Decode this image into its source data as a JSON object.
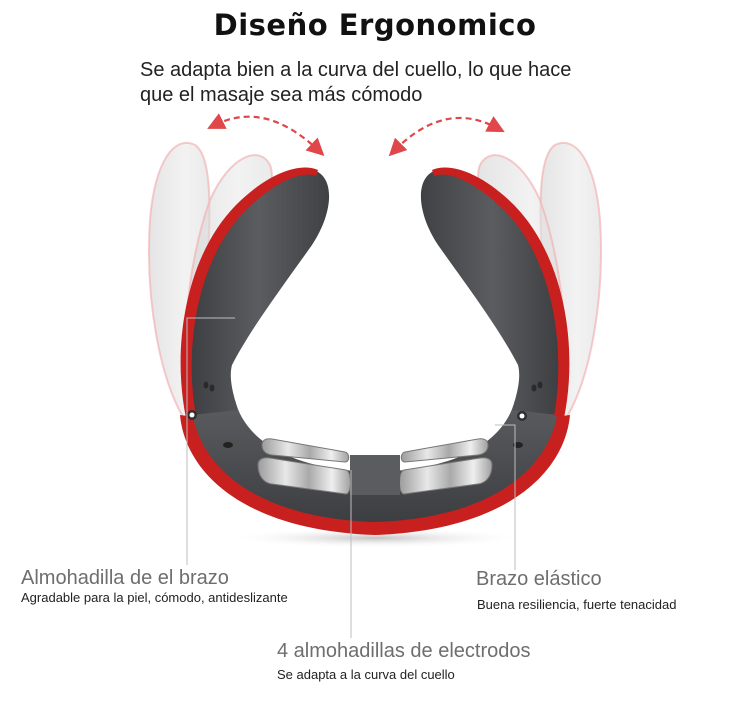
{
  "header": {
    "title": "Diseño Ergonomico",
    "subtitle_line1": "Se adapta bien a la curva del cuello, lo que hace",
    "subtitle_line2": "que el masaje sea más cómodo"
  },
  "colors": {
    "accent_red": "#c8201e",
    "body_gray": "#4a4c4f",
    "electrode_silver": "#c9c9c9",
    "ghost_arm": "#e2e2e2",
    "callout_line": "#bdbdbd"
  },
  "callouts": [
    {
      "title": "Almohadilla de el brazo",
      "description": "Agradable para la piel, cómodo, antideslizante"
    },
    {
      "title": "Brazo elástico",
      "description": "Buena resiliencia, fuerte tenacidad"
    },
    {
      "title": "4 almohadillas de electrodos",
      "description": "Se adapta a la curva del cuello"
    }
  ],
  "icons": {
    "left_motion_arrow": "double-headed-curved-arrow",
    "right_motion_arrow": "double-headed-curved-arrow"
  }
}
